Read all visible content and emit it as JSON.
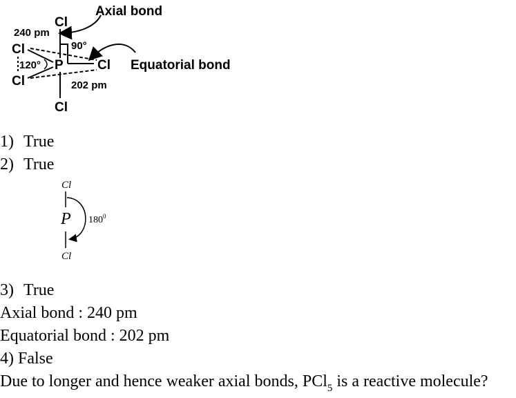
{
  "diagram1": {
    "cl_top": "Cl",
    "cl_bottom": "Cl",
    "cl_left_upper": "Cl",
    "cl_left_lower": "Cl",
    "cl_right": "Cl",
    "p": "P",
    "axial_label": "Axial bond",
    "equatorial_label": "Equatorial bond",
    "len_240": "240 pm",
    "len_202": "202 pm",
    "angle_90": "90°",
    "angle_120": "120°"
  },
  "diagram2": {
    "cl_top": "Cl",
    "cl_bottom": "Cl",
    "p": "P",
    "angle": "180",
    "angle_sup": "0"
  },
  "lines": {
    "l1_num": "1)",
    "l1_text": "True",
    "l2_num": "2)",
    "l2_text": "True",
    "l3_num": "3)",
    "l3_text": "True",
    "axial": "Axial bond : 240 pm",
    "equatorial": "Equatorial bond : 202 pm",
    "l4": "4) False",
    "last_before": "Due to longer and hence weaker axial bonds,",
    "formula_main": "PCl",
    "formula_sub": "5",
    "last_after": "is a reactive molecule?"
  }
}
